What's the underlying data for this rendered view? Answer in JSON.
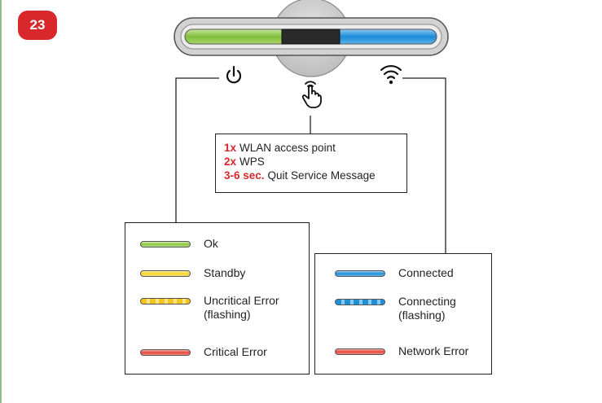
{
  "step_badge": "23",
  "instructions": [
    {
      "key": "1x",
      "text": "WLAN access point"
    },
    {
      "key": "2x",
      "text": "WPS"
    },
    {
      "key": "3-6 sec.",
      "text": "Quit Service Message"
    }
  ],
  "power_legend": [
    {
      "label": "Ok",
      "color": "#8cc63f",
      "style": "solid"
    },
    {
      "label": "Standby",
      "color": "#f5d327",
      "style": "solid"
    },
    {
      "label": "Uncritical Error\n(flashing)",
      "color": "#f5c518",
      "style": "flashing"
    },
    {
      "label": "Critical Error",
      "color": "#e8453c",
      "style": "solid"
    }
  ],
  "wifi_legend": [
    {
      "label": "Connected",
      "color": "#1e8fd8",
      "style": "solid"
    },
    {
      "label": "Connecting\n(flashing)",
      "color": "#1e8fd8",
      "style": "flashing"
    },
    {
      "label": "Network Error",
      "color": "#e8453c",
      "style": "solid"
    }
  ],
  "colors": {
    "green": "#8cc63f",
    "blue": "#1e8fd8",
    "red": "#d8282c"
  },
  "icons": [
    "power-icon",
    "touch-icon",
    "wifi-icon"
  ]
}
